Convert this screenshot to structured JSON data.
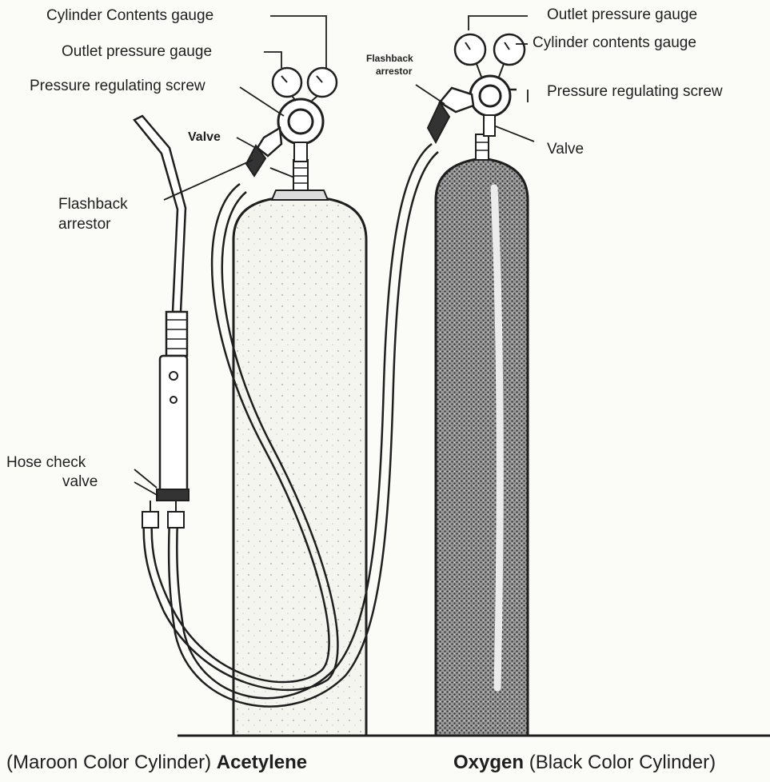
{
  "labels": {
    "acetylene_cylinder_contents_gauge": "Cylinder Contents gauge",
    "acetylene_outlet_pressure_gauge": "Outlet pressure gauge",
    "acetylene_pressure_regulating_screw": "Pressure regulating screw",
    "acetylene_valve": "Valve",
    "acetylene_flashback_line1": "Flashback",
    "acetylene_flashback_line2": "arrestor",
    "hose_check_line1": "Hose check",
    "hose_check_line2": "valve",
    "oxygen_flashback_line1": "Flashback",
    "oxygen_flashback_line2": "arrestor",
    "oxygen_outlet_pressure_gauge": "Outlet pressure gauge",
    "oxygen_cylinder_contents_gauge": "Cylinder contents gauge",
    "oxygen_pressure_regulating_screw": "Pressure regulating screw",
    "oxygen_valve": "Valve"
  },
  "captions": {
    "acetylene_prefix": "(Maroon Color Cylinder) ",
    "acetylene_name": "Acetylene",
    "oxygen_name": "Oxygen",
    "oxygen_suffix": " (Black Color Cylinder)"
  },
  "colors": {
    "line": "#1f1f1f",
    "oxygen_fill": "#7a7a7a",
    "acetylene_fill": "#f4f4ef",
    "background": "#fbfbf8"
  }
}
